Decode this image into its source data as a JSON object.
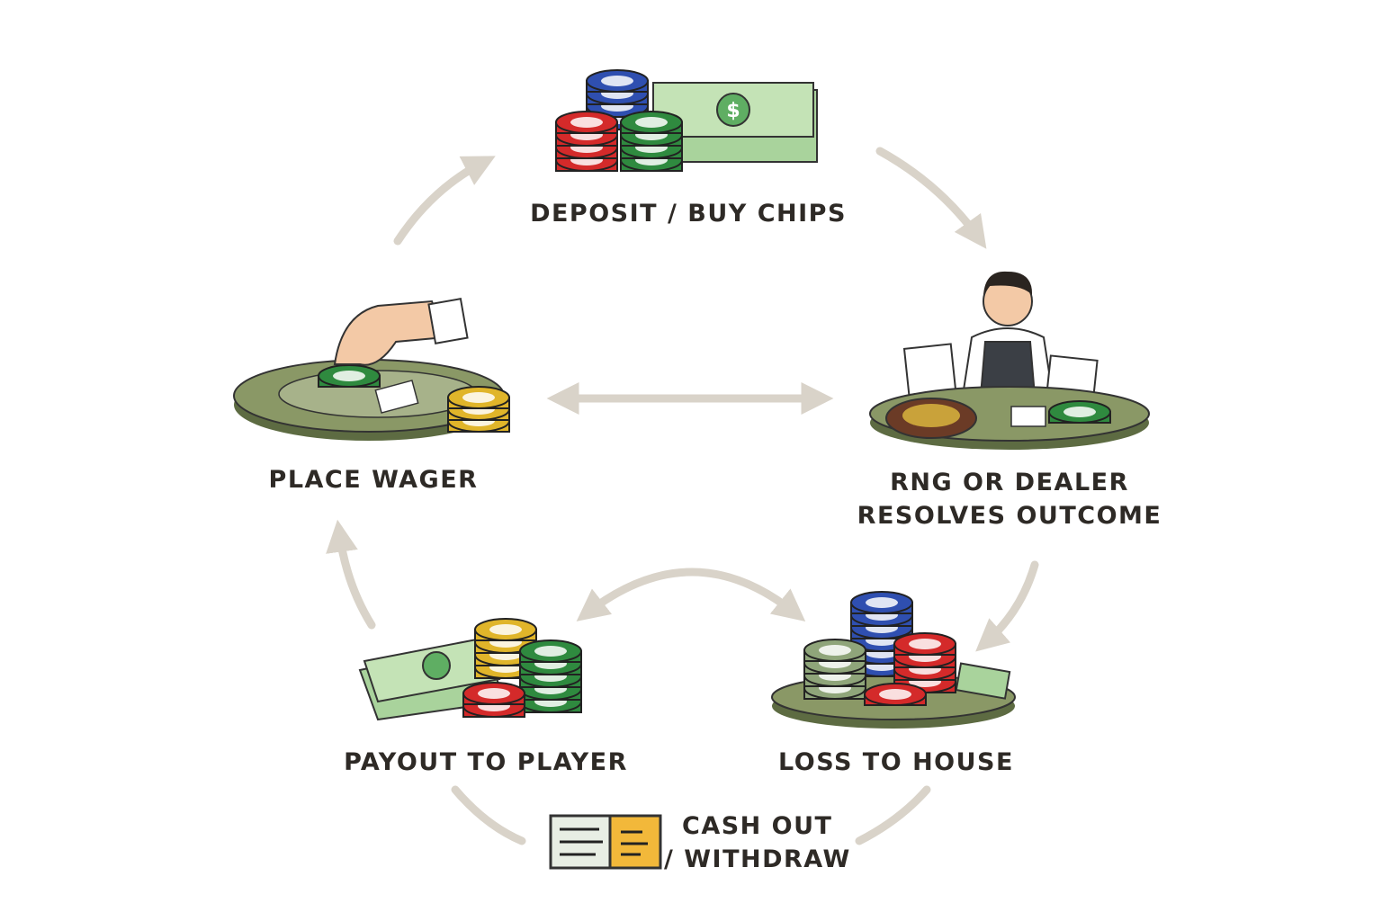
{
  "stages": {
    "deposit": {
      "label": "DEPOSIT / BUY CHIPS",
      "icon": "chips-and-cash-icon"
    },
    "wager": {
      "label": "PLACE WAGER",
      "icon": "hand-placing-chip-icon"
    },
    "resolve": {
      "line1": "RNG OR DEALER",
      "line2": "RESOLVES OUTCOME",
      "icon": "dealer-at-table-icon"
    },
    "payout": {
      "label": "PAYOUT TO PLAYER",
      "icon": "cash-and-chips-icon"
    },
    "loss": {
      "label": "LOSS TO HOUSE",
      "icon": "chips-on-table-icon"
    },
    "cashout": {
      "line1": "CASH OUT",
      "line2": "/ WITHDRAW",
      "icon": "receipt-ticket-icon"
    }
  },
  "colors": {
    "text": "#2e2a26",
    "arrow": "#d9d3c9",
    "felt": "#7d8a5c",
    "chip_red": "#d42a2a",
    "chip_blue": "#2f4fb0",
    "chip_green": "#2f8a3f",
    "chip_gold": "#e0b52a",
    "cash": "#a9d39c"
  }
}
